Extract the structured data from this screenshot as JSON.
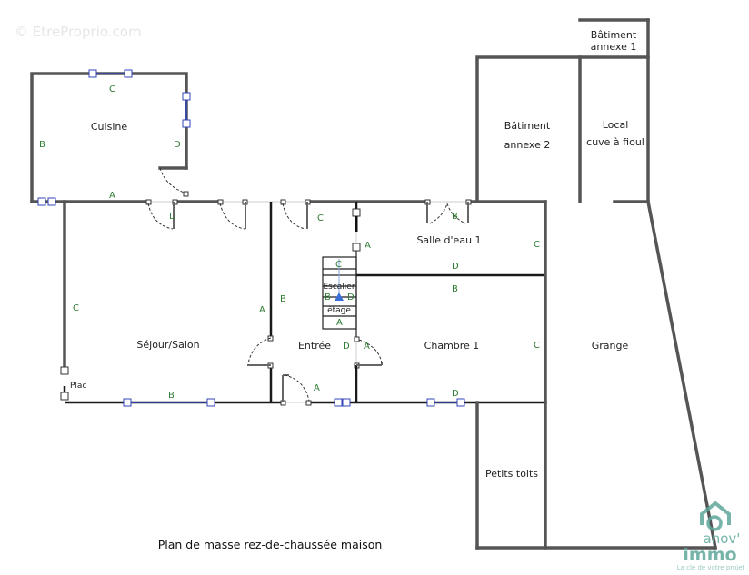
{
  "watermark": "© EtreProprio.com",
  "caption": "Plan de masse rez-de-chaussée maison",
  "rooms": {
    "cuisine": "Cuisine",
    "sejour": "Séjour/Salon",
    "entree": "Entrée",
    "salle_eau": "Salle d'eau 1",
    "chambre": "Chambre 1",
    "grange": "Grange",
    "petits_toits": "Petits toits",
    "batiment_annexe_2_line1": "Bâtiment",
    "batiment_annexe_2_line2": "annexe 2",
    "batiment_annexe_1_line1": "Bâtiment",
    "batiment_annexe_1_line2": "annexe 1",
    "local_line1": "Local",
    "local_line2": "cuve à fioul",
    "escalier_line1": "Escalier",
    "escalier_line2": "étage",
    "placard": "Plac"
  },
  "wall_labels": {
    "cuisine_top": "C",
    "cuisine_left": "B",
    "cuisine_right": "D",
    "cuisine_bottom": "A",
    "cuisine_door": "D",
    "sejour_left": "C",
    "sejour_right": "A",
    "sejour_bottom": "B",
    "entree_left": "B",
    "entree_top": "C",
    "entree_right_top": "A",
    "entree_right_bottom": "D",
    "entree_door": "A",
    "entree_bottom": "A",
    "stair_top": "C",
    "stair_left": "B",
    "stair_right": "D",
    "stair_bottom": "A",
    "salle_eau_top": "B",
    "salle_eau_right": "C",
    "salle_eau_bottom": "D",
    "chambre_top": "B",
    "chambre_right": "C",
    "chambre_bottom": "D"
  },
  "brand": {
    "name_top": "anov'",
    "name_bottom": "immo",
    "tagline": "La clé de votre projet",
    "color": "#5fa79b"
  }
}
